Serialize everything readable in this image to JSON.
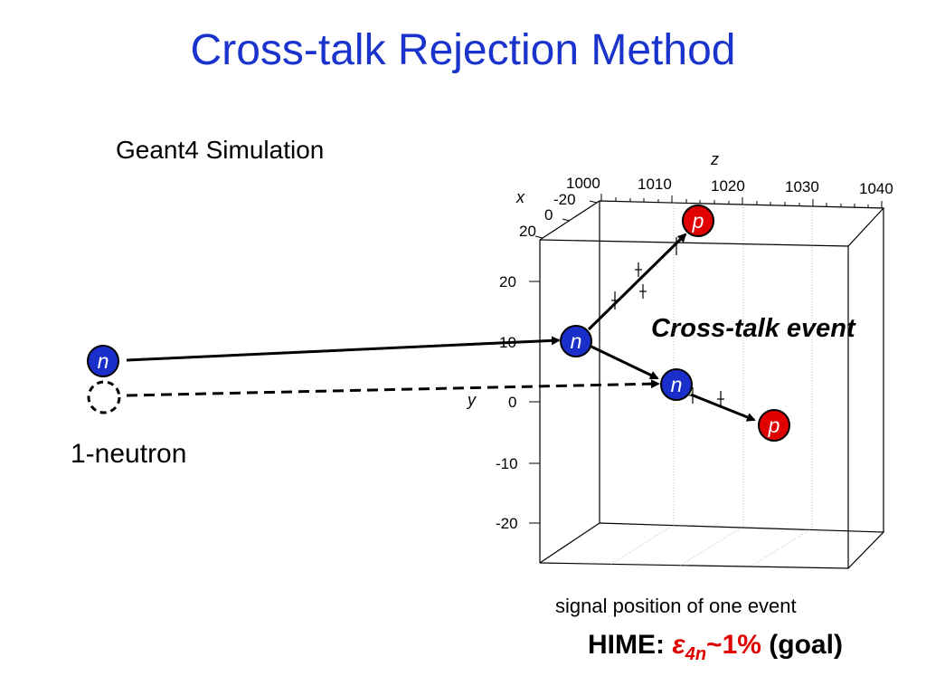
{
  "title": "Cross-talk Rejection Method",
  "simulation_label": "Geant4 Simulation",
  "neutron_label": "1-neutron",
  "event_label": "Cross-talk event",
  "caption": "signal position of one event",
  "hime": {
    "prefix": "HIME:",
    "epsilon": "ε",
    "subscript": "4n",
    "value": "~1%",
    "suffix": "(goal)"
  },
  "axes": {
    "z_title": "z",
    "x_title": "x",
    "y_title": "y",
    "z_ticks": [
      "1000",
      "1010",
      "1020",
      "1030",
      "1040"
    ],
    "x_ticks": [
      "-20",
      "0",
      "20"
    ],
    "y_ticks": [
      "20",
      "10",
      "0",
      "-10",
      "-20"
    ]
  },
  "particles": {
    "incoming_neutron": "n",
    "scattered_neutron_1": "n",
    "scattered_neutron_2": "n",
    "proton_1": "p",
    "proton_2": "p"
  },
  "colors": {
    "title": "#1a33cc",
    "neutron_fill": "#1a2fc9",
    "proton_fill": "#e00000",
    "highlight": "#e00000"
  }
}
